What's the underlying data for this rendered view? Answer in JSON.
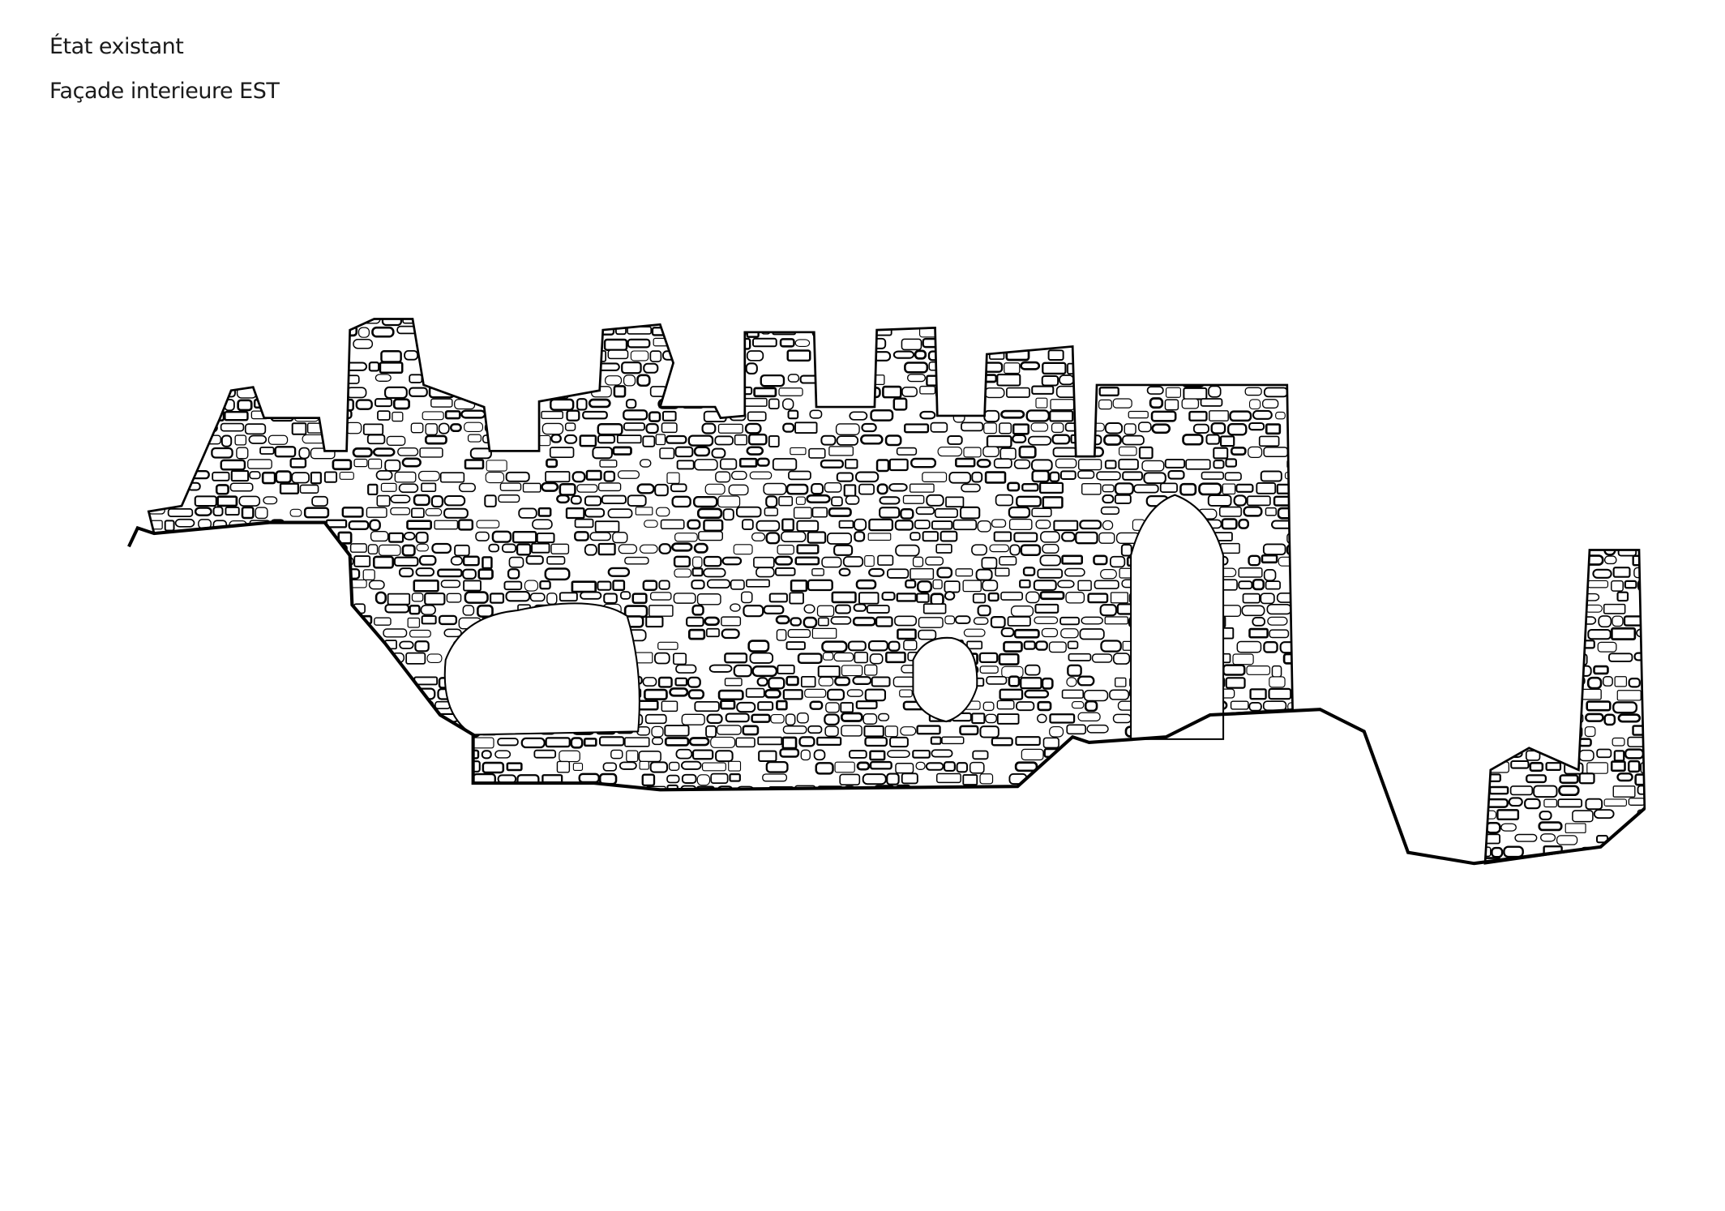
{
  "header": {
    "title": "État existant",
    "subtitle": "Façade interieure EST"
  },
  "drawing": {
    "subject": "facade-elevation",
    "ink_color": "#000000",
    "paper_color": "#ffffff"
  }
}
